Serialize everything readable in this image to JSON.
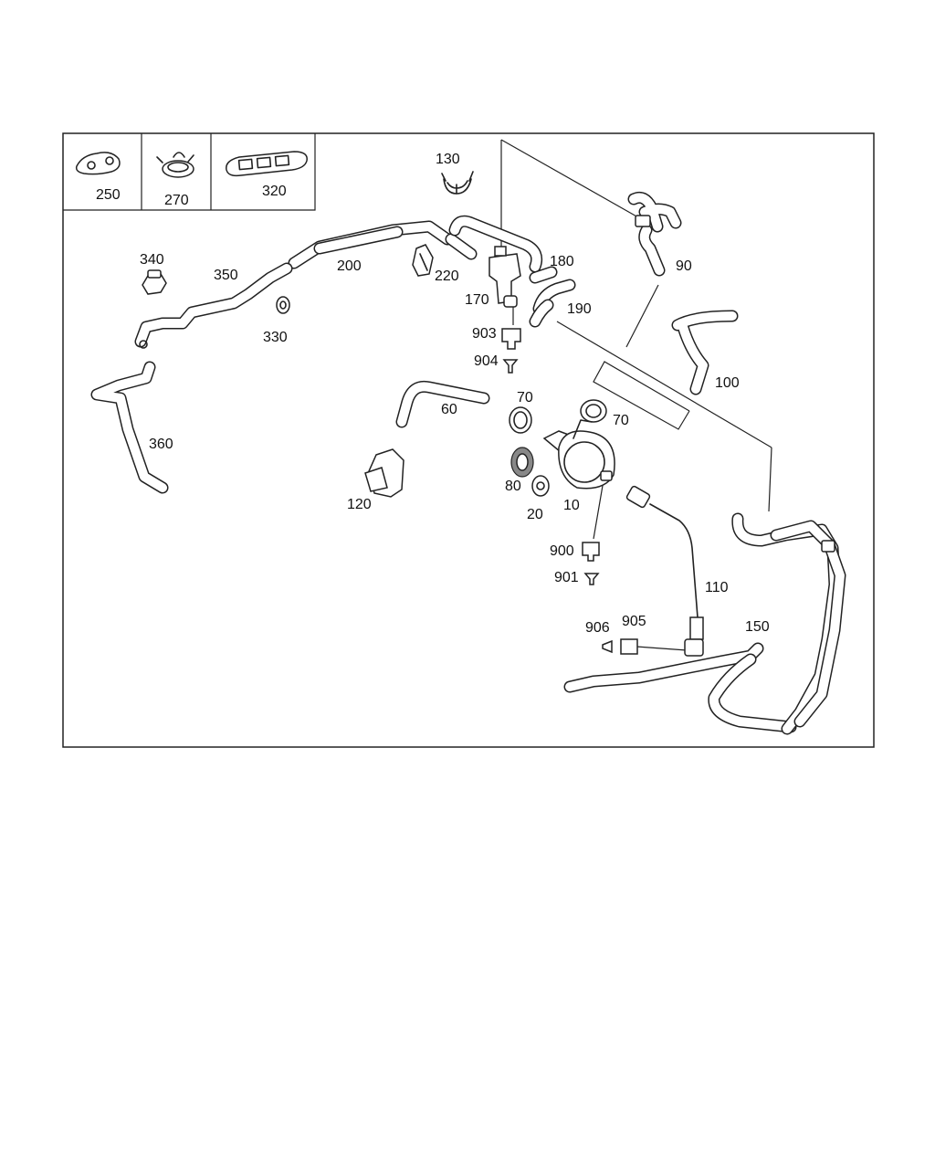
{
  "parts": {
    "p10": "10",
    "p20": "20",
    "p60": "60",
    "p70a": "70",
    "p70b": "70",
    "p80": "80",
    "p90": "90",
    "p100": "100",
    "p110": "110",
    "p120": "120",
    "p130": "130",
    "p150": "150",
    "p170": "170",
    "p180": "180",
    "p190": "190",
    "p200": "200",
    "p220": "220",
    "p250": "250",
    "p270": "270",
    "p320": "320",
    "p330": "330",
    "p340": "340",
    "p350": "350",
    "p360": "360",
    "p900": "900",
    "p901": "901",
    "p903": "903",
    "p904": "904",
    "p905": "905",
    "p906": "906"
  }
}
